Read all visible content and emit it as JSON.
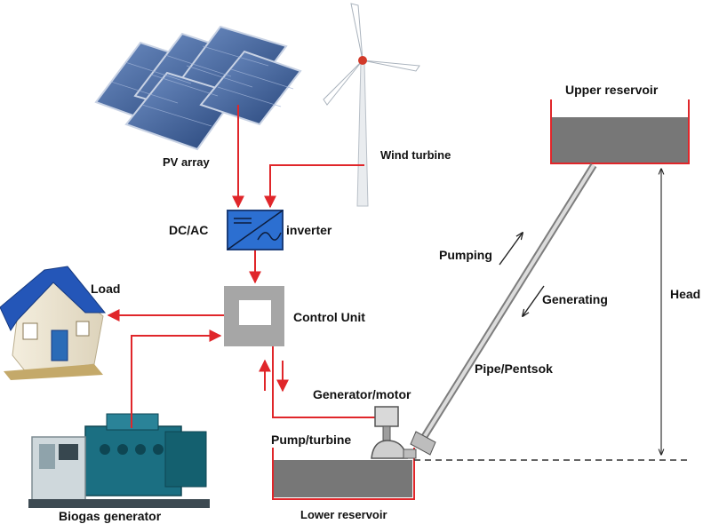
{
  "labels": {
    "pv_array": "PV array",
    "wind_turbine": "Wind turbine",
    "dc_ac": "DC/AC",
    "inverter": "inverter",
    "load": "Load",
    "control_unit": "Control Unit",
    "biogas_generator": "Biogas generator",
    "generator_motor": "Generator/motor",
    "pump_turbine": "Pump/turbine",
    "lower_reservoir": "Lower reservoir",
    "upper_reservoir": "Upper reservoir",
    "pumping": "Pumping",
    "generating": "Generating",
    "pipe": "Pipe/Pentsok",
    "head": "Head"
  },
  "colors": {
    "flow_line": "#e0262a",
    "water": "#777777",
    "control_unit_fill": "#a6a6a6",
    "inverter_fill": "#2c6fd1",
    "roof": "#2456b8",
    "panel": "#3b5f9a",
    "generator_body": "#1b6f82"
  },
  "icons": {
    "pv": "solar-panel-icon",
    "wind": "wind-turbine-icon",
    "house": "house-icon",
    "generator": "biogas-generator-icon",
    "inverter": "inverter-icon"
  }
}
